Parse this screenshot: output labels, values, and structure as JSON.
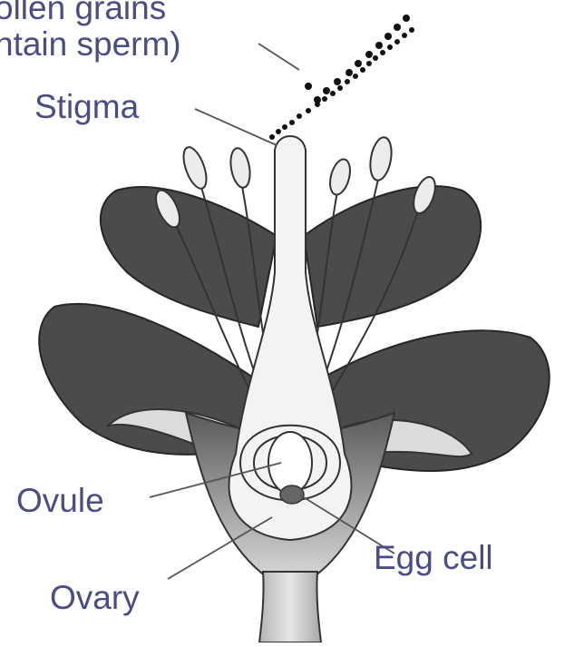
{
  "labels": {
    "pollen_line1": "ollen grains",
    "pollen_line2": "ntain sperm)",
    "stigma": "Stigma",
    "ovule": "Ovule",
    "egg_cell": "Egg cell",
    "ovary": "Ovary"
  },
  "colors": {
    "label_text": "#4a4c86",
    "petal_fill": "#4b4b4b",
    "outline": "#333333",
    "pollen": "#111111"
  }
}
